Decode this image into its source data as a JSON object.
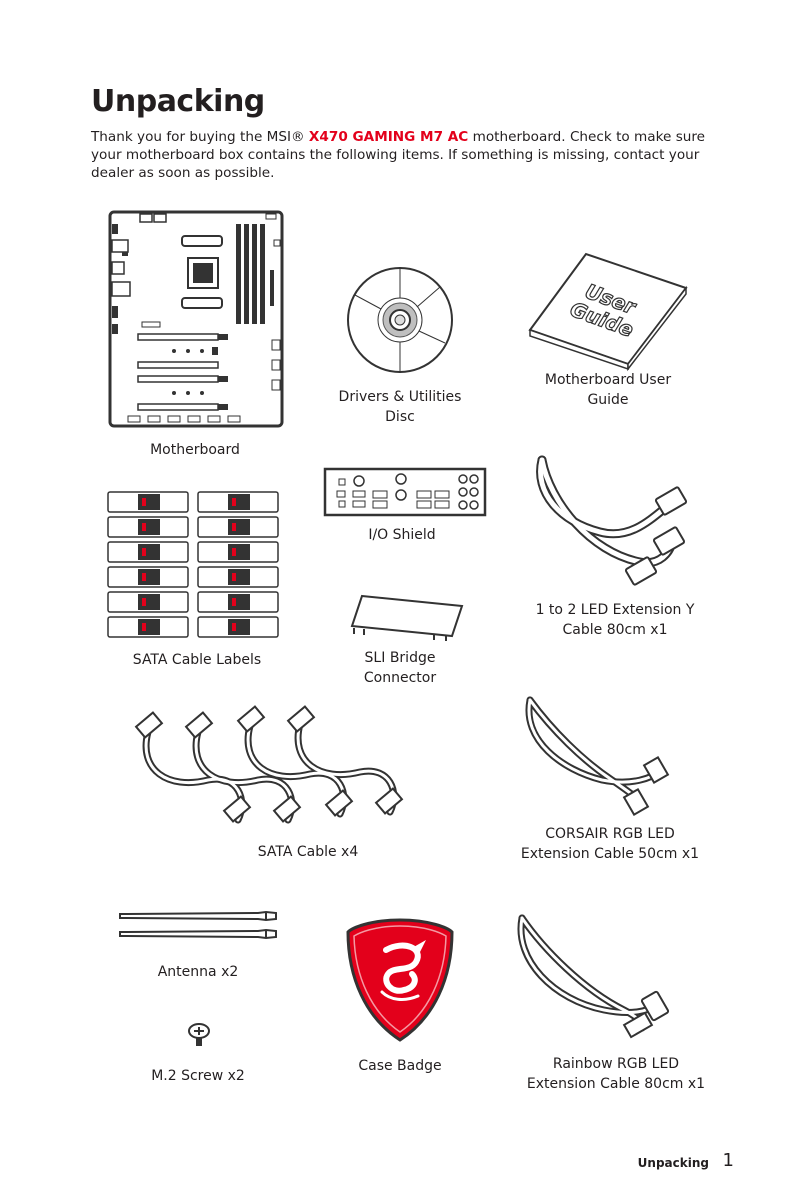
{
  "title": "Unpacking",
  "intro": {
    "before": "Thank you for buying the MSI® ",
    "model": "X470 GAMING M7 AC",
    "after": " motherboard. Check to make sure your motherboard box contains the following items. If something is missing, contact your dealer as soon as possible."
  },
  "items": {
    "motherboard": "Motherboard",
    "drivers_disc_line1": "Drivers & Utilities",
    "drivers_disc_line2": "Disc",
    "user_guide_line1": "Motherboard User",
    "user_guide_line2": "Guide",
    "user_guide_cover_line1": "User",
    "user_guide_cover_line2": "Guide",
    "io_shield": "I/O Shield",
    "sata_labels": "SATA Cable Labels",
    "sli_bridge_line1": "SLI Bridge",
    "sli_bridge_line2": "Connector",
    "led_y_cable_line1": "1 to 2 LED Extension Y",
    "led_y_cable_line2": "Cable 80cm x1",
    "sata_cable": "SATA Cable x4",
    "corsair_cable_line1": "CORSAIR RGB LED",
    "corsair_cable_line2": "Extension Cable 50cm x1",
    "antenna": "Antenna x2",
    "case_badge": "Case Badge",
    "screw": "M.2 Screw x2",
    "rainbow_cable_line1": "Rainbow RGB LED",
    "rainbow_cable_line2": "Extension Cable 80cm x1"
  },
  "footer": {
    "section": "Unpacking",
    "page": "1"
  },
  "colors": {
    "accent": "#e3001b",
    "text": "#231f20"
  }
}
